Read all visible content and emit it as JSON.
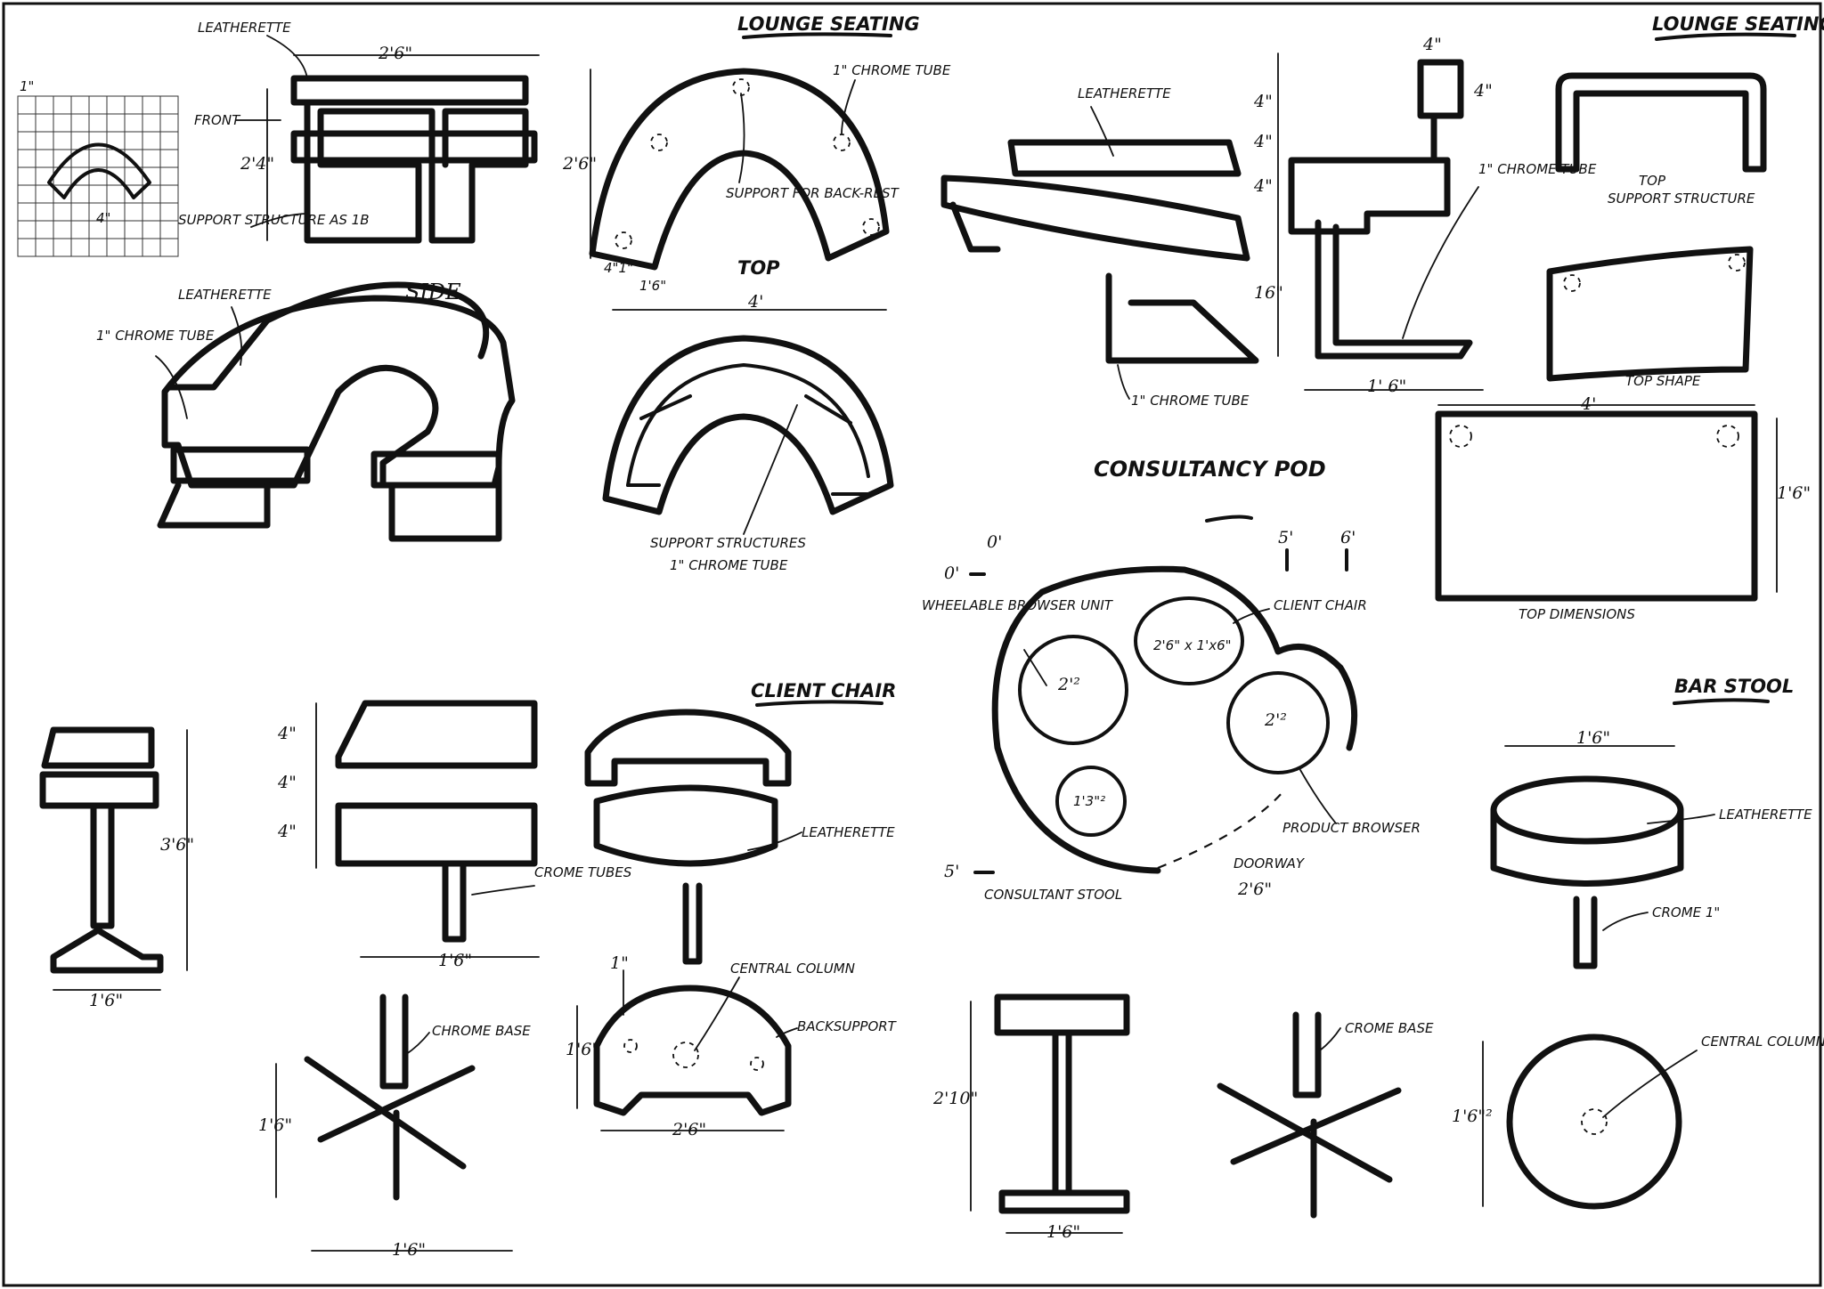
{
  "titles": {
    "lounge_left": "LOUNGE SEATING",
    "lounge_right": "LOUNGE SEATING",
    "client_chair": "CLIENT CHAIR",
    "consultancy_pod": "CONSULTANCY POD",
    "bar_stool": "BAR STOOL"
  },
  "labels": {
    "leatherette": "LEATHERETTE",
    "front": "FRONT",
    "support_structure_1b": "SUPPORT STRUCTURE AS 1B",
    "side": "SIDE",
    "chrome_tube_1in": "1\" CHROME TUBE",
    "support_backrest": "SUPPORT FOR BACK-REST",
    "top": "TOP",
    "support_structures": "SUPPORT STRUCTURES",
    "chrome_tube_1in_b": "1\" CHROME TUBE",
    "top_support_structure": "SUPPORT STRUCTURE",
    "top_shape": "TOP SHAPE",
    "top_dimensions": "TOP DIMENSIONS",
    "crome_tubes": "CROME TUBES",
    "chrome_base": "CHROME BASE",
    "central_column": "CENTRAL COLUMN",
    "backsupport": "BACKSUPPORT",
    "wheelable_browser_unit": "WHEELABLE BROWSER UNIT",
    "client_chair_lbl": "CLIENT CHAIR",
    "product_browser": "PRODUCT BROWSER",
    "doorway": "DOORWAY",
    "consultant_stool": "CONSULTANT STOOL",
    "crome_1in": "CROME 1\"",
    "crome_base": "CROME BASE"
  },
  "dims": {
    "d_2_6": "2'6\"",
    "d_2_4": "2'4\"",
    "d_4ft": "4'",
    "d_1_6": "1'6\"",
    "d_4in": "4\"",
    "d_4in_short": "4\"",
    "d_16in": "16\"",
    "d_1_6_sp": "1' 6\"",
    "d_3_6": "3'6\"",
    "d_2_10": "2'10\"",
    "d_1in": "1\"",
    "d_1in_grid": "1\"",
    "d_2ft12": "2'²",
    "d_2_6x1_6": "2'6\" x 1'x6\"",
    "d_1_3": "1'3\"²",
    "d_1_6_sq": "1'6\"²",
    "d_0": "0'",
    "d_5": "5'",
    "d_6": "6'",
    "d_4_1": "4\"1\"",
    "d_1_6_small": "1'6\""
  }
}
